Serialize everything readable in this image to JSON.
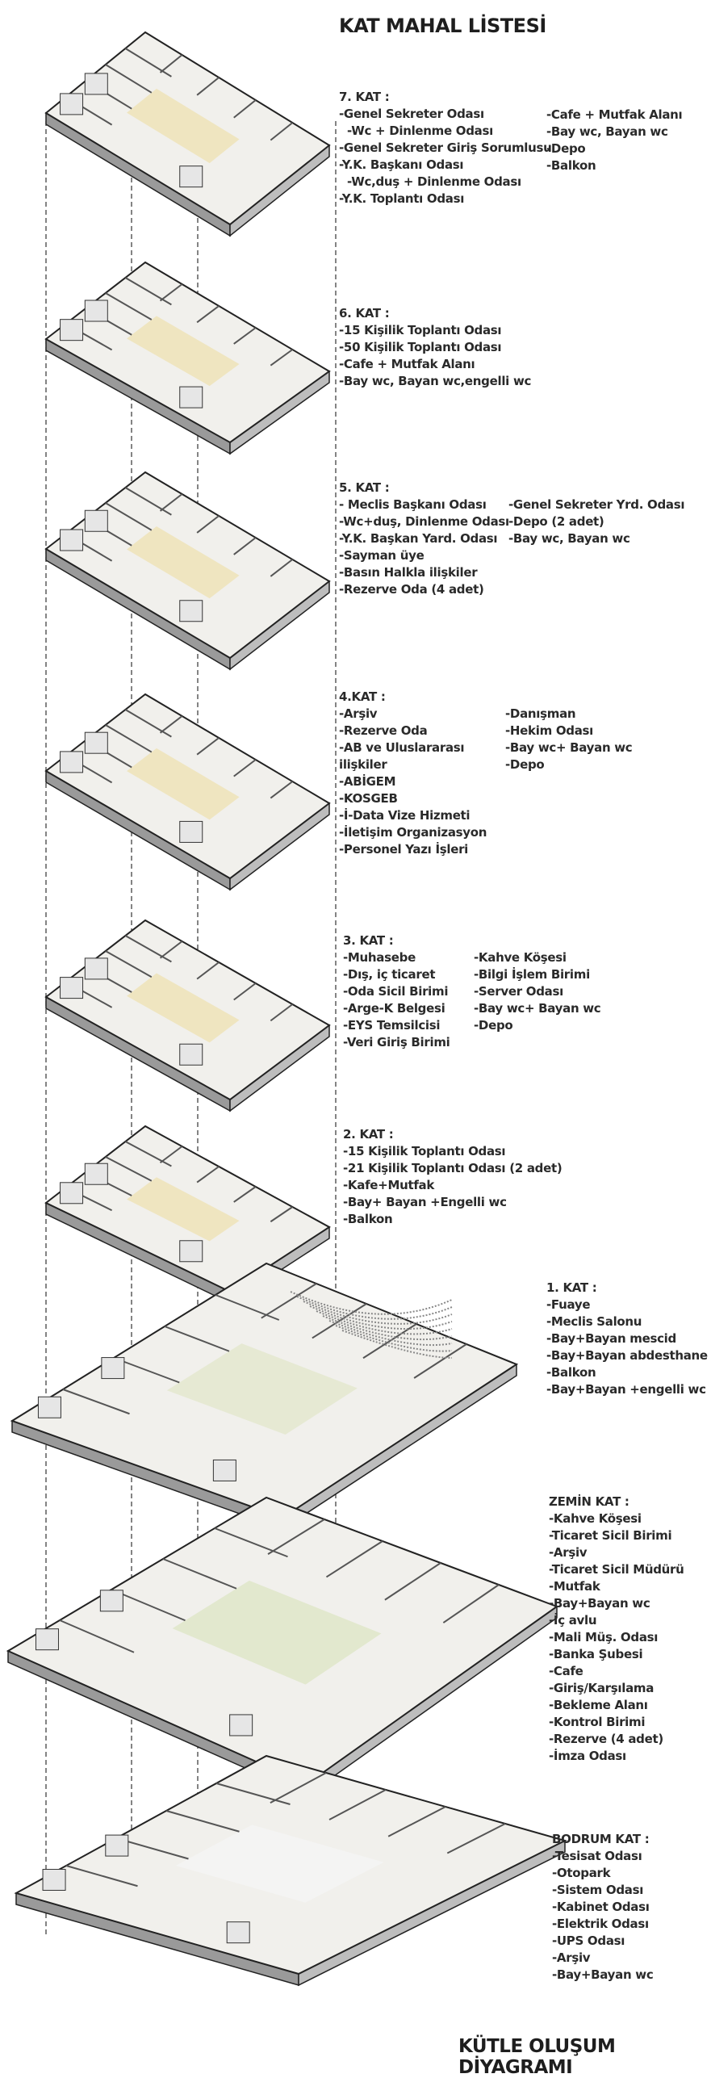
{
  "title": "KAT MAHAL LİSTESİ",
  "footer": "KÜTLE OLUŞUM DİYAGRAMI",
  "colors": {
    "text": "#2a2a2a",
    "floor": "#f1f0ec",
    "wall": "#cfcfcf",
    "accent": "#efe3b8",
    "green": "#dfe6c9",
    "line": "#222222"
  },
  "floors": [
    {
      "id": "kat7",
      "heading": "7. KAT :",
      "col1": [
        "-Genel Sekreter Odası",
        "  -Wc + Dinlenme Odası",
        "-Genel Sekreter Giriş Sorumlusu",
        "-Y.K. Başkanı Odası",
        "  -Wc,duş + Dinlenme Odası",
        "-Y.K. Toplantı Odası"
      ],
      "col2": [
        "-Cafe + Mutfak Alanı",
        "-Bay wc, Bayan wc",
        "-Depo",
        "-Balkon"
      ]
    },
    {
      "id": "kat6",
      "heading": "6. KAT :",
      "col1": [
        "-15 Kişilik Toplantı Odası",
        "-50 Kişilik Toplantı Odası",
        "-Cafe + Mutfak Alanı",
        "-Bay wc, Bayan wc,engelli wc"
      ],
      "col2": []
    },
    {
      "id": "kat5",
      "heading": "5. KAT :",
      "col1": [
        "- Meclis Başkanı Odası",
        "-Wc+duş, Dinlenme Odası",
        "-Y.K. Başkan Yard. Odası",
        "-Sayman üye",
        "-Basın Halkla ilişkiler",
        "-Rezerve Oda (4 adet)"
      ],
      "col2": [
        "-Genel Sekreter Yrd. Odası",
        "-Depo (2 adet)",
        "-Bay wc, Bayan wc"
      ]
    },
    {
      "id": "kat4",
      "heading": "4.KAT :",
      "col1": [
        "-Arşiv",
        "-Rezerve Oda",
        "-AB ve Uluslararası",
        "ilişkiler",
        "-ABİGEM",
        "-KOSGEB",
        "-İ-Data Vize Hizmeti",
        "-İletişim Organizasyon",
        "-Personel Yazı İşleri"
      ],
      "col2": [
        "-Danışman",
        "-Hekim Odası",
        "-Bay wc+ Bayan wc",
        "-Depo"
      ]
    },
    {
      "id": "kat3",
      "heading": "3. KAT :",
      "col1": [
        "-Muhasebe",
        "-Dış, iç ticaret",
        "-Oda Sicil Birimi",
        "-Arge-K Belgesi",
        "-EYS Temsilcisi",
        "-Veri Giriş Birimi"
      ],
      "col2": [
        "-Kahve Köşesi",
        "-Bilgi İşlem Birimi",
        "-Server Odası",
        "-Bay wc+ Bayan wc",
        "-Depo"
      ]
    },
    {
      "id": "kat2",
      "heading": "2. KAT :",
      "col1": [
        "-15 Kişilik Toplantı Odası",
        "-21 Kişilik Toplantı Odası (2 adet)",
        "-Kafe+Mutfak",
        "-Bay+ Bayan +Engelli wc",
        "-Balkon"
      ],
      "col2": []
    },
    {
      "id": "kat1",
      "heading": "1. KAT :",
      "col1": [
        "-Fuaye",
        "-Meclis Salonu",
        "-Bay+Bayan mescid",
        "-Bay+Bayan abdesthane",
        "-Balkon",
        "-Bay+Bayan +engelli wc"
      ],
      "col2": []
    },
    {
      "id": "zemin",
      "heading": "ZEMİN KAT :",
      "col1": [
        "-Kahve Köşesi",
        "-Ticaret Sicil Birimi",
        "-Arşiv",
        "-Ticaret Sicil Müdürü",
        "-Mutfak",
        "-Bay+Bayan wc",
        "-İç avlu",
        "-Mali Müş. Odası",
        "-Banka Şubesi",
        "-Cafe",
        "-Giriş/Karşılama",
        "-Bekleme Alanı",
        "-Kontrol Birimi",
        "-Rezerve (4 adet)",
        "-İmza Odası"
      ],
      "col2": []
    },
    {
      "id": "bodrum",
      "heading": "BODRUM KAT :",
      "col1": [
        "-Tesisat Odası",
        "-Otopark",
        "-Sistem Odası",
        "-Kabinet Odası",
        "-Elektrik Odası",
        "-UPS Odası",
        "-Arşiv",
        "-Bay+Bayan wc"
      ],
      "col2": []
    }
  ]
}
